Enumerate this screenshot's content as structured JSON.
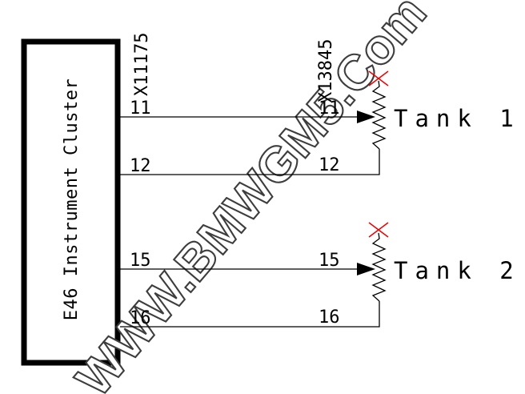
{
  "diagram": {
    "device": {
      "label": "E46 Instrument Cluster"
    },
    "connectors": [
      {
        "id": "X11175"
      },
      {
        "id": "X13845"
      }
    ],
    "wires": [
      {
        "pin": "11"
      },
      {
        "pin": "12"
      },
      {
        "pin": "15"
      },
      {
        "pin": "16"
      }
    ],
    "tanks": [
      {
        "label": "Tank 1"
      },
      {
        "label": "Tank 2"
      }
    ],
    "colors": {
      "line": "#000000",
      "fault_marker": "#ee0000",
      "watermark_outline": "#3d3d3d",
      "watermark_fill": "#ffffff",
      "background": "#ffffff"
    }
  },
  "watermark": {
    "text": "WWW.BMWGM5.Com"
  }
}
